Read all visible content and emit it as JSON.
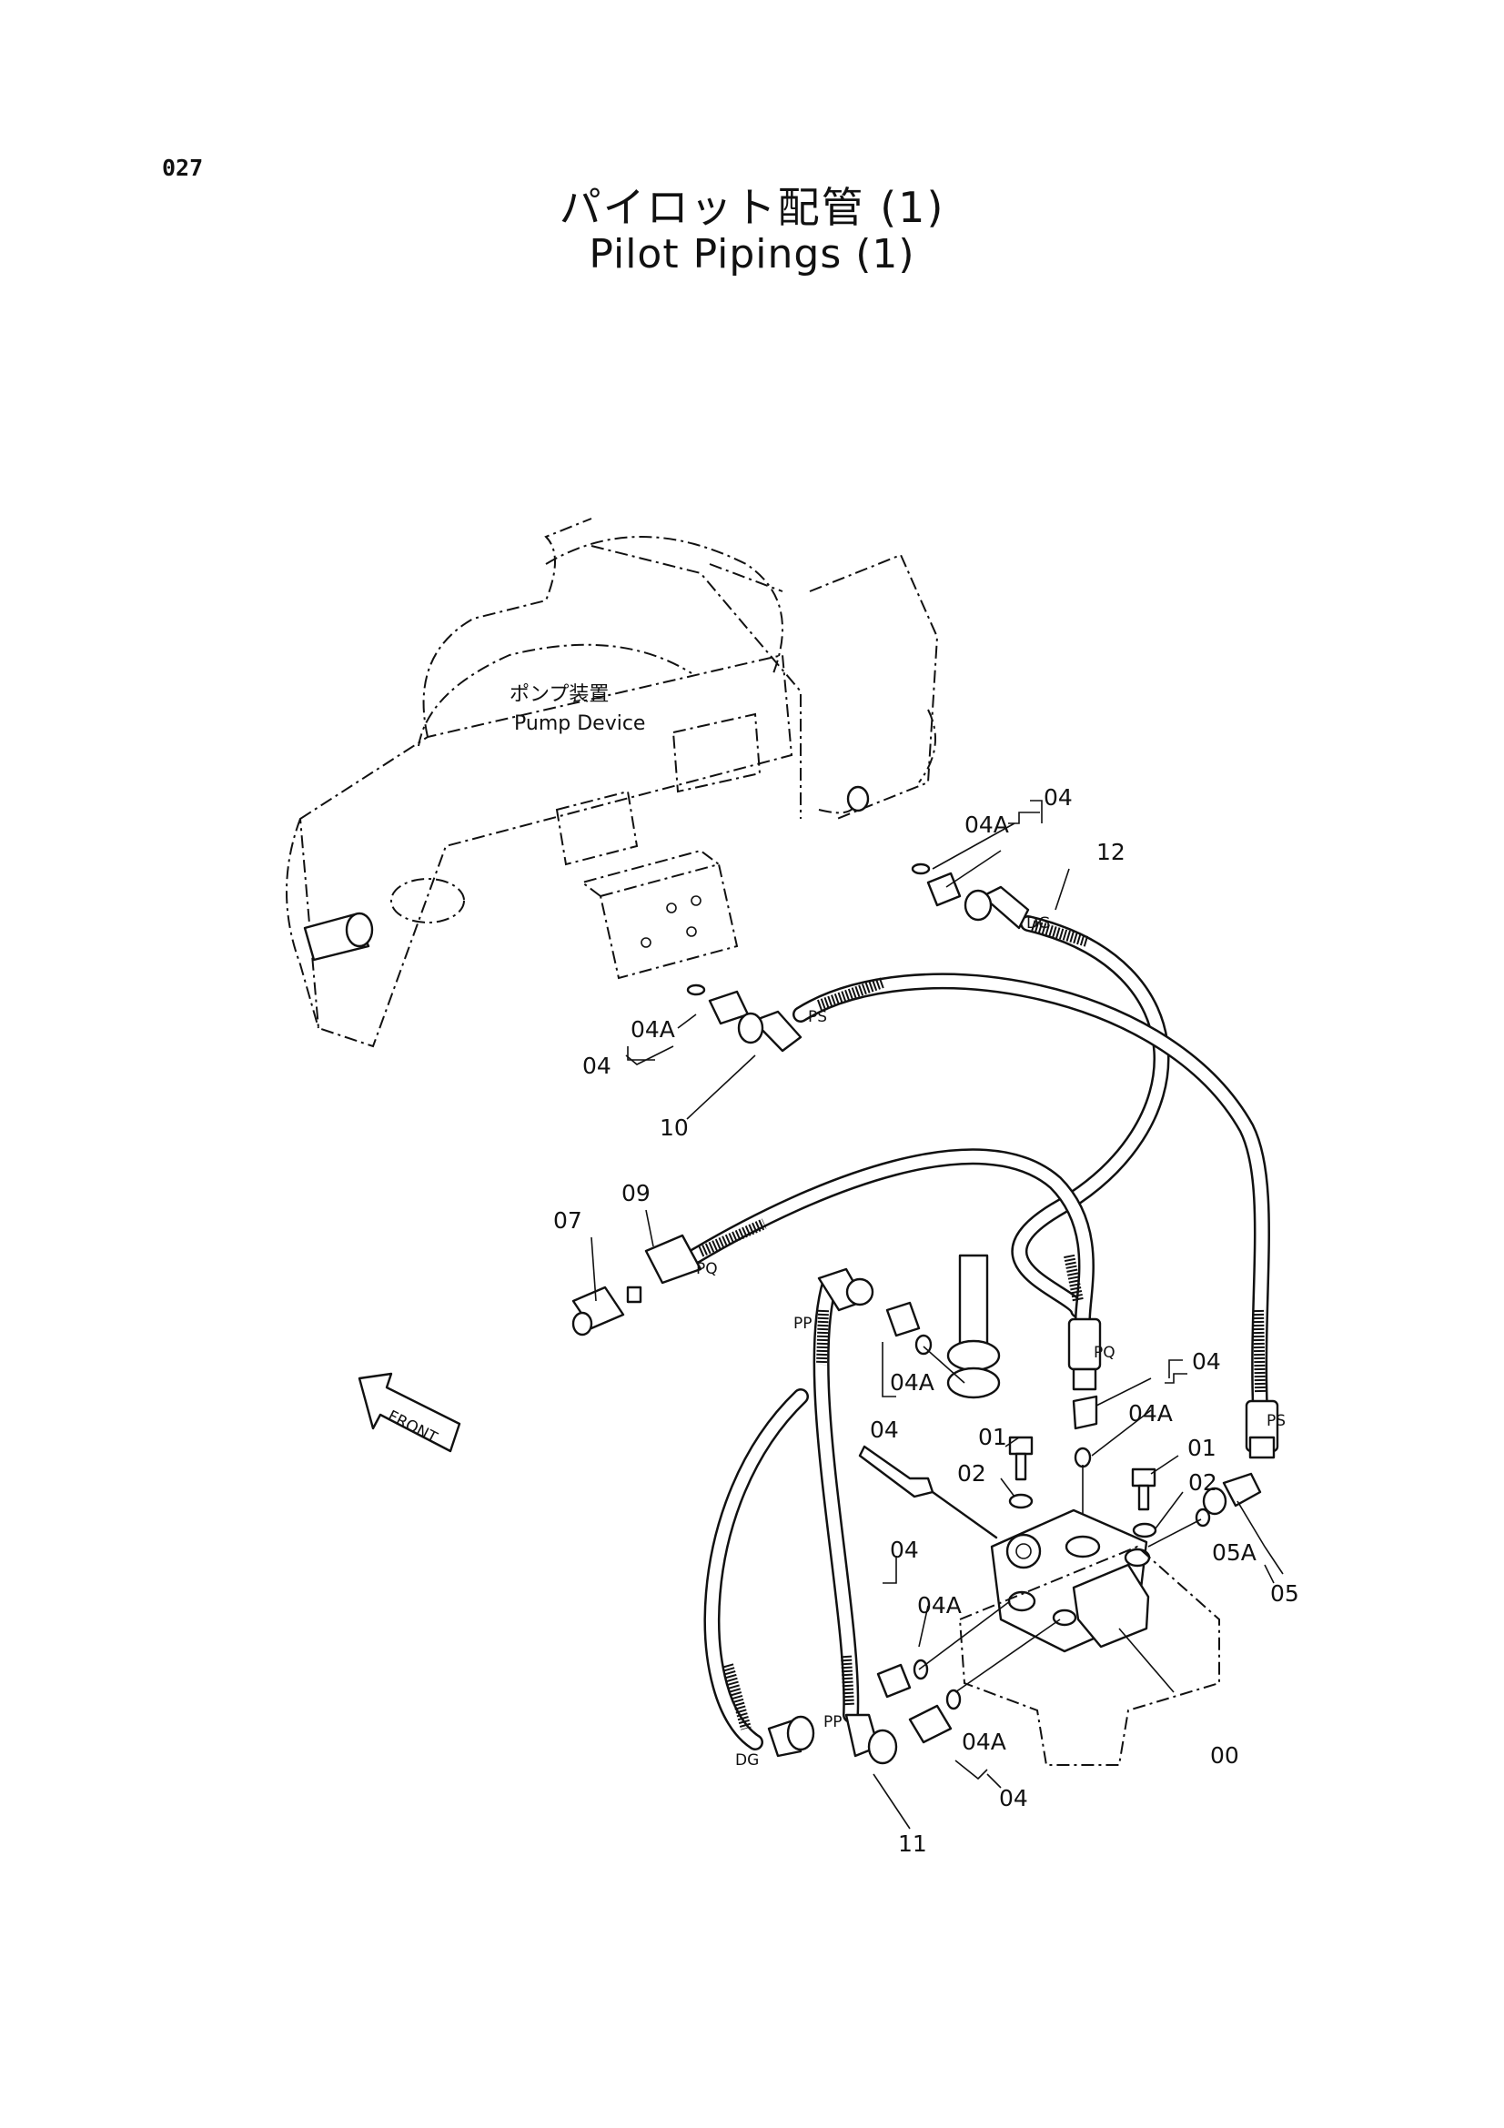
{
  "page_number": "027",
  "title_ja": "パイロット配管 (1)",
  "title_en": "Pilot Pipings (1)",
  "pump": {
    "label_ja": "ポンプ装置",
    "label_en": "Pump Device"
  },
  "front_label": "FRONT",
  "callouts": {
    "p04_top": "04",
    "p04a_top": "04A",
    "p12": "12",
    "dg_top": "DG",
    "p04a_left": "04A",
    "p04_left": "04",
    "ps_left": "PS",
    "p10": "10",
    "p09": "09",
    "p07": "07",
    "pq_left": "PQ",
    "pp_top": "PP",
    "p04a_mid": "04A",
    "p04_mid": "04",
    "pq_mid": "PQ",
    "p04_r": "04",
    "p04a_r": "04A",
    "ps_r": "PS",
    "p01_a": "01",
    "p02_a": "02",
    "p01_b": "01",
    "p02_b": "02",
    "p05a": "05A",
    "p05": "05",
    "p04_lo": "04",
    "p04a_lo": "04A",
    "dg_bot": "DG",
    "pp_bot": "PP",
    "p04a_bot": "04A",
    "p04_bot": "04",
    "p00": "00",
    "p11": "11"
  }
}
